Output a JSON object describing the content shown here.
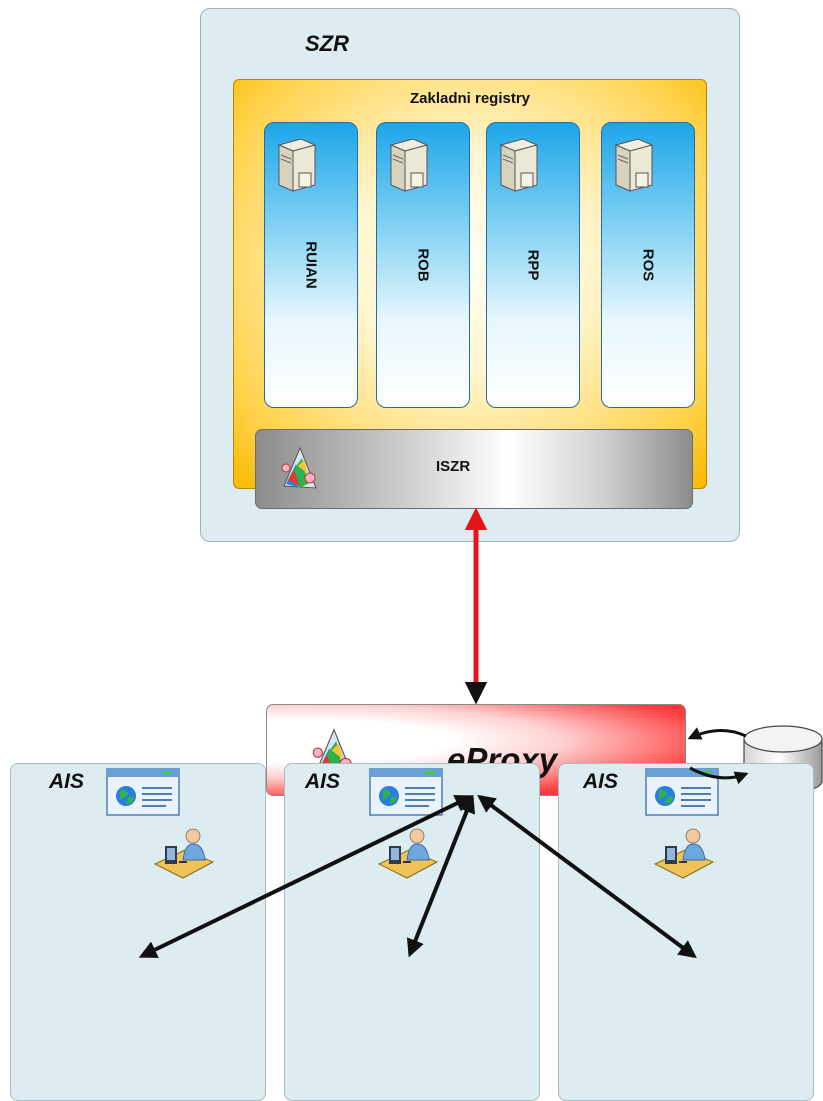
{
  "szr": {
    "title": "SZR"
  },
  "zakladni_registry": {
    "title": "Zakladni registry",
    "registries": [
      {
        "label": "RUIAN"
      },
      {
        "label": "ROB"
      },
      {
        "label": "RPP"
      },
      {
        "label": "ROS"
      }
    ]
  },
  "iszr": {
    "label": "ISZR"
  },
  "eproxy": {
    "label": "eProxy"
  },
  "ais_boxes": [
    {
      "label": "AIS"
    },
    {
      "label": "AIS"
    },
    {
      "label": "AIS"
    }
  ],
  "colors": {
    "link_red": "#e8121b",
    "link_black": "#111111",
    "szr_bg": "#dcecf1",
    "registry_blue": "#1ea6e8",
    "zr_gold": "#f6b800"
  }
}
